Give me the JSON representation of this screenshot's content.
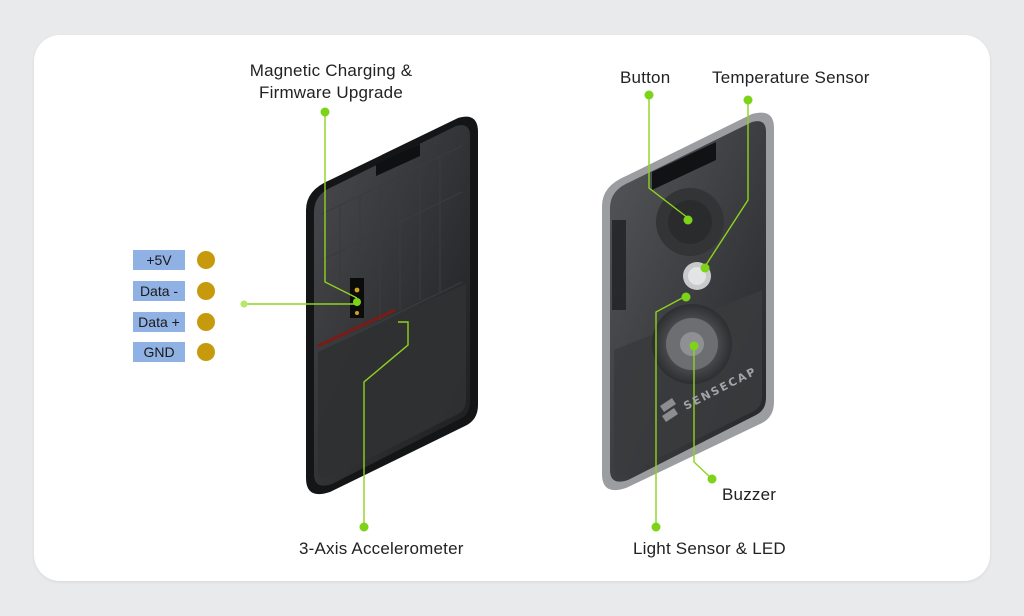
{
  "labels": {
    "magnetic": "Magnetic Charging &",
    "firmware": "Firmware Upgrade",
    "accelerometer": "3-Axis  Accelerometer",
    "button": "Button",
    "temperature": "Temperature Sensor",
    "buzzer": "Buzzer",
    "light": "Light Sensor & LED"
  },
  "pins": [
    "+5V",
    "Data -",
    "Data +",
    "GND"
  ],
  "brand": "SENSECAP",
  "colors": {
    "leader": "#8fd31f",
    "dot": "#7cd318",
    "pin_bg": "#8fb1e3",
    "pad": "#c79a0d",
    "device_body": "#2a2b2d"
  }
}
